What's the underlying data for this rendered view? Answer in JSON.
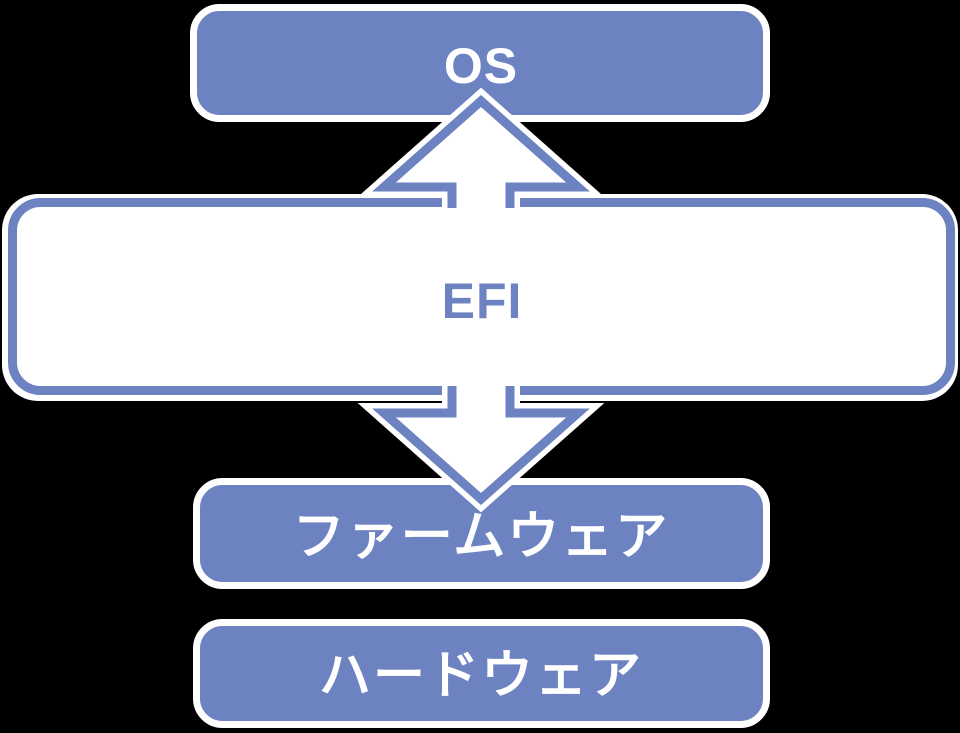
{
  "diagram": {
    "background_color": "#000000",
    "accent_blue": "#6C82C1",
    "outline_white": "#FFFFFF",
    "nodes": {
      "os": {
        "label": "OS",
        "style": "solid-blue"
      },
      "efi": {
        "label": "EFI",
        "style": "white-with-blue-border"
      },
      "firmware": {
        "label": "ファームウェア",
        "style": "solid-blue"
      },
      "hardware": {
        "label": "ハードウェア",
        "style": "solid-blue"
      }
    },
    "arrows": [
      {
        "id": "efi-to-os",
        "direction": "up"
      },
      {
        "id": "efi-to-firmware",
        "direction": "down"
      }
    ]
  }
}
